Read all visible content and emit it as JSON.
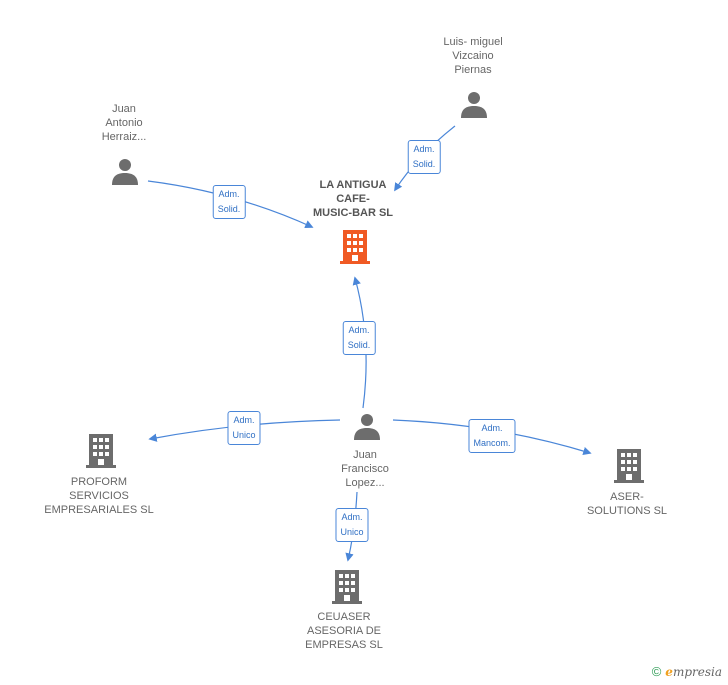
{
  "colors": {
    "edge": "#4a86d8",
    "person": "#6d6d6d",
    "company": "#6d6d6d",
    "target_company": "#f05a24"
  },
  "target": {
    "lines": [
      "LA ANTIGUA",
      "CAFE-",
      "MUSIC-BAR SL"
    ],
    "icon": "building-icon"
  },
  "nodes": {
    "luis": {
      "lines": [
        "Luis- miguel",
        "Vizcaino",
        "Piernas"
      ],
      "icon": "person-icon"
    },
    "juan_antonio": {
      "lines": [
        "Juan",
        "Antonio",
        "Herraiz..."
      ],
      "icon": "person-icon"
    },
    "juan_francisco": {
      "lines": [
        "Juan",
        "Francisco",
        "Lopez..."
      ],
      "icon": "person-icon"
    },
    "proform": {
      "lines": [
        "PROFORM",
        "SERVICIOS",
        "EMPRESARIALES SL"
      ],
      "icon": "building-icon"
    },
    "aser": {
      "lines": [
        "ASER-",
        "SOLUTIONS SL"
      ],
      "icon": "building-icon"
    },
    "ceuaser": {
      "lines": [
        "CEUASER",
        "ASESORIA DE",
        "EMPRESAS SL"
      ],
      "icon": "building-icon"
    }
  },
  "edges": {
    "luis_target": [
      "Adm.",
      "Solid."
    ],
    "juan_antonio_target": [
      "Adm.",
      "Solid."
    ],
    "juan_francisco_target": [
      "Adm.",
      "Solid."
    ],
    "juan_francisco_proform": [
      "Adm.",
      "Unico"
    ],
    "juan_francisco_aser": [
      "Adm.",
      "Mancom."
    ],
    "juan_francisco_ceuaser": [
      "Adm.",
      "Unico"
    ]
  },
  "footer": {
    "copyright": "©",
    "brand_initial": "e",
    "brand_rest": "mpresia"
  }
}
